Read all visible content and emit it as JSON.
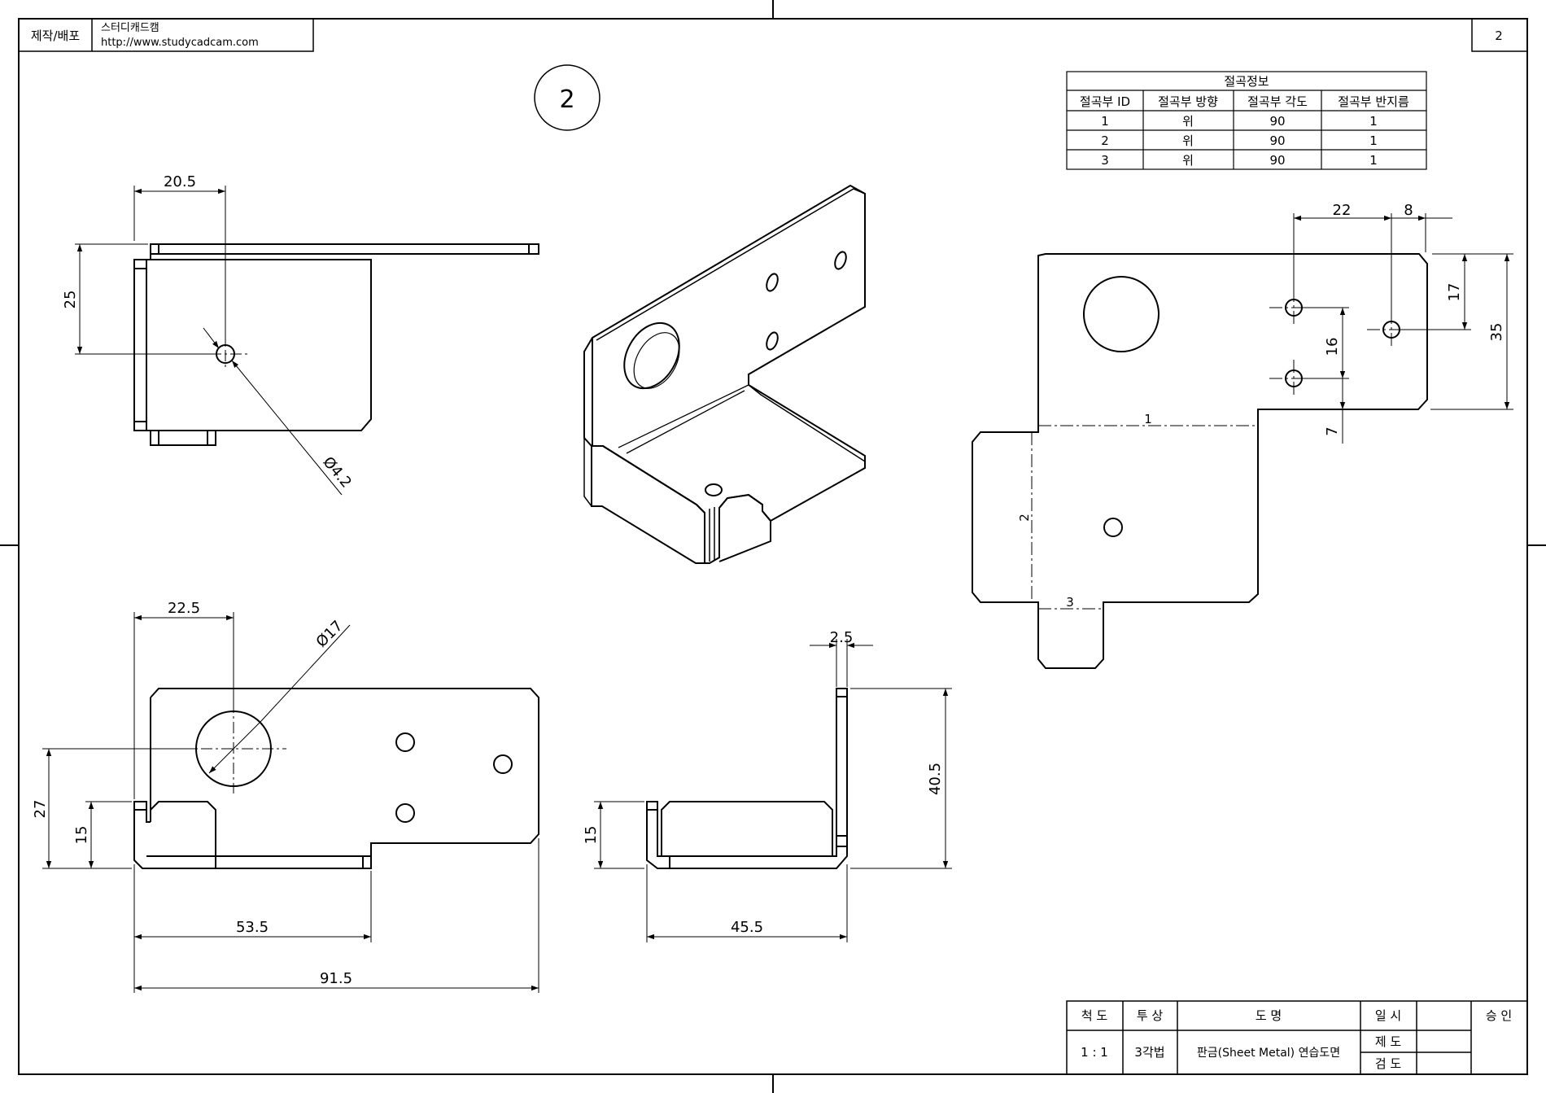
{
  "header": {
    "maker_label": "제작/배포",
    "company_name": "스터디캐드캠",
    "company_url": "http://www.studycadcam.com",
    "sheet_number": "2"
  },
  "drawing_number": "2",
  "bend_table": {
    "title": "절곡정보",
    "headers": [
      "절곡부 ID",
      "절곡부 방향",
      "절곡부 각도",
      "절곡부 반지름"
    ],
    "rows": [
      [
        "1",
        "위",
        "90",
        "1"
      ],
      [
        "2",
        "위",
        "90",
        "1"
      ],
      [
        "3",
        "위",
        "90",
        "1"
      ]
    ]
  },
  "dimensions": {
    "top_view_width": "20.5",
    "top_view_height": "25",
    "top_view_hole": "Ø4.2",
    "front_hole_offset": "22.5",
    "front_big_hole": "Ø17",
    "front_height_27": "27",
    "front_height_15": "15",
    "front_width_53": "53.5",
    "front_width_91": "91.5",
    "side_thickness": "2.5",
    "side_height": "40.5",
    "side_height_15": "15",
    "side_width": "45.5",
    "flat_22": "22",
    "flat_8": "8",
    "flat_17": "17",
    "flat_35": "35",
    "flat_16": "16",
    "flat_7": "7"
  },
  "bend_labels": [
    "1",
    "2",
    "3"
  ],
  "title_block": {
    "scale_label": "척 도",
    "projection_label": "투 상",
    "drawing_name_label": "도   명",
    "date_label": "일 시",
    "approval_label": "승 인",
    "scale_value": "1 : 1",
    "projection_value": "3각법",
    "drawing_name": "판금(Sheet Metal) 연습도면",
    "drafted_label": "제 도",
    "checked_label": "검 도"
  }
}
